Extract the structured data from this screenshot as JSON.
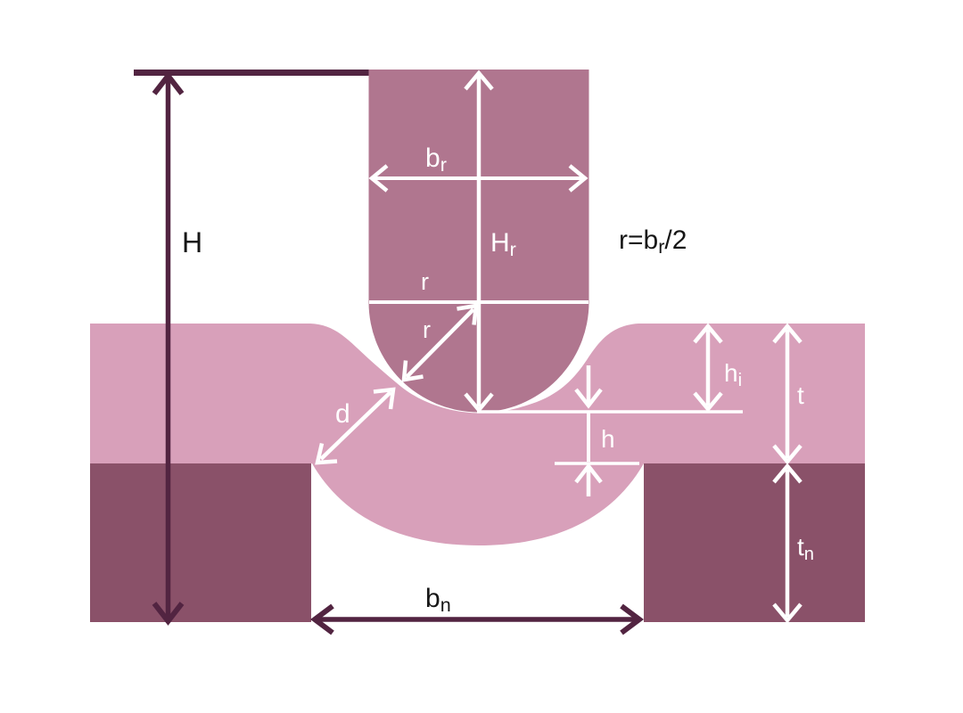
{
  "diagram": {
    "description": "Cross-section diagram of a rounded punch pressing a sheet into a die opening, with dimension annotations",
    "colors": {
      "background": "#ffffff",
      "punch": "#b0768f",
      "sheet": "#d8a0ba",
      "die": "#8a5169",
      "dim_dark": "#522441",
      "dim_light": "#ffffff",
      "text_dark": "#161616"
    },
    "labels": {
      "H": "H",
      "b_r": {
        "main": "b",
        "sub": "r"
      },
      "H_r": {
        "main": "H",
        "sub": "r"
      },
      "r_top": "r",
      "r_diag": "r",
      "equation": {
        "pre": "r=b",
        "sub": "r",
        "post": "/2"
      },
      "d": "d",
      "h_i": {
        "main": "h",
        "sub": "i"
      },
      "h": "h",
      "t": "t",
      "t_n": {
        "main": "t",
        "sub": "n"
      },
      "b_n": {
        "main": "b",
        "sub": "n"
      }
    }
  }
}
